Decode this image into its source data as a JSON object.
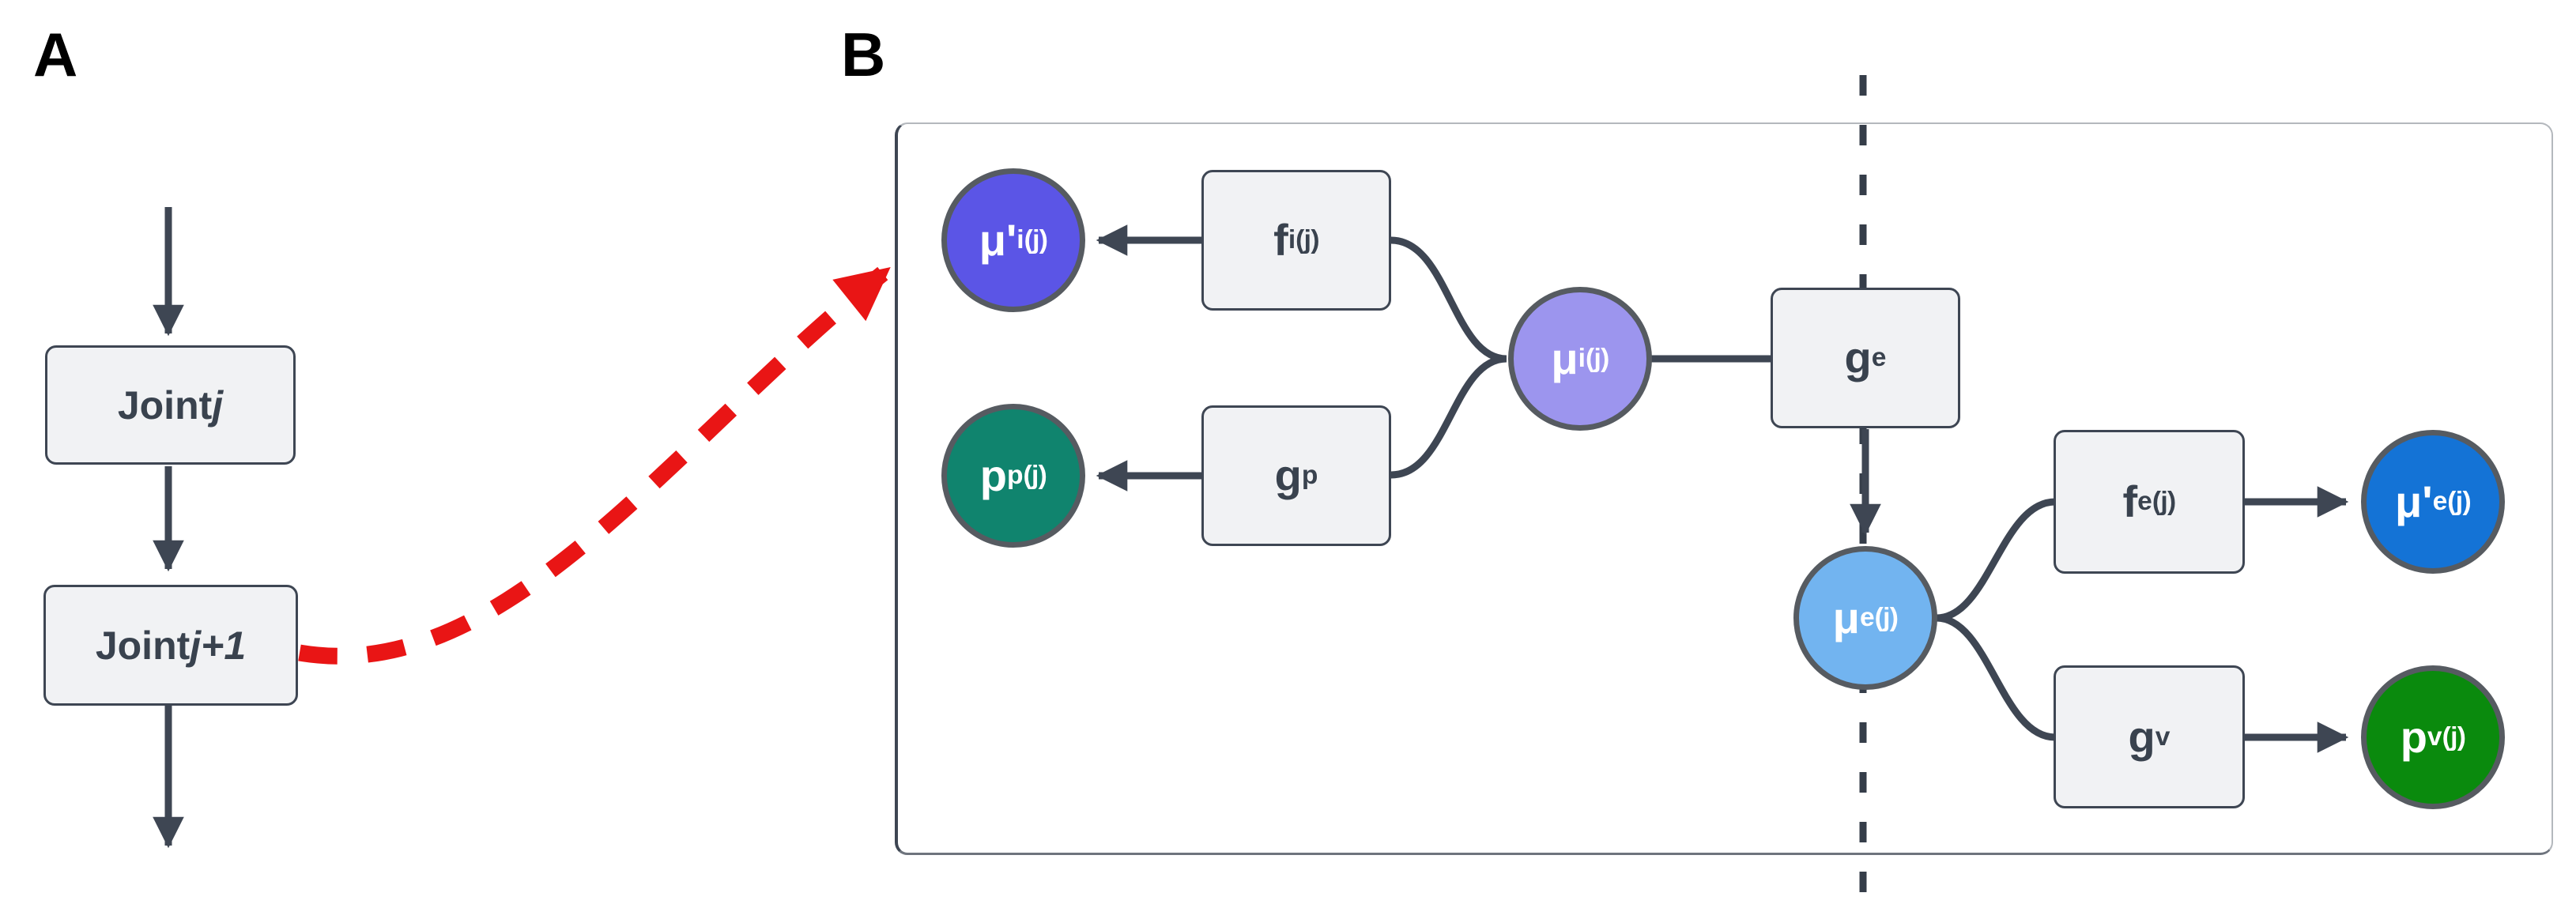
{
  "panel_a": {
    "label": "A",
    "joint_j": {
      "prefix": "Joint ",
      "var": "j"
    },
    "joint_j1": {
      "prefix": "Joint ",
      "var": "j+1"
    }
  },
  "panel_b": {
    "label": "B",
    "mu_i_prime": {
      "base": "μ'",
      "sub": "i",
      "sup": "(j)"
    },
    "f_i": {
      "base": "f",
      "sub": "i",
      "sup": "(j)"
    },
    "mu_i": {
      "base": "μ",
      "sub": "i",
      "sup": "(j)"
    },
    "g_e": {
      "base": "g",
      "sub": "e",
      "sup": ""
    },
    "g_p": {
      "base": "g",
      "sub": "p",
      "sup": ""
    },
    "p_p": {
      "base": "p",
      "sub": "p",
      "sup": "(j)"
    },
    "mu_e": {
      "base": "μ",
      "sub": "e",
      "sup": "(j)"
    },
    "f_e": {
      "base": "f",
      "sub": "e",
      "sup": "(j)"
    },
    "mu_e_prime": {
      "base": "μ'",
      "sub": "e",
      "sup": "(j)"
    },
    "g_v": {
      "base": "g",
      "sub": "v",
      "sup": ""
    },
    "p_v": {
      "base": "p",
      "sub": "v",
      "sup": "(j)"
    }
  },
  "colors": {
    "mu_i_prime_fill": "#5B55E6",
    "mu_i_fill": "#9C95EE",
    "p_p_fill": "#10846E",
    "mu_e_fill": "#72B4F0",
    "mu_e_prime_fill": "#1473D6",
    "p_v_fill": "#0A8A0D",
    "box_fill": "#F1F2F4",
    "box_border": "#3E4653",
    "connector_line": "#3E4653",
    "dashed_divider": "#353D49",
    "red_arrow": "#E91515",
    "panel_border": "#B4B8BD",
    "circle_border": "#565B61",
    "circle_text": "#FFFFFF",
    "box_text": "#39424E"
  }
}
